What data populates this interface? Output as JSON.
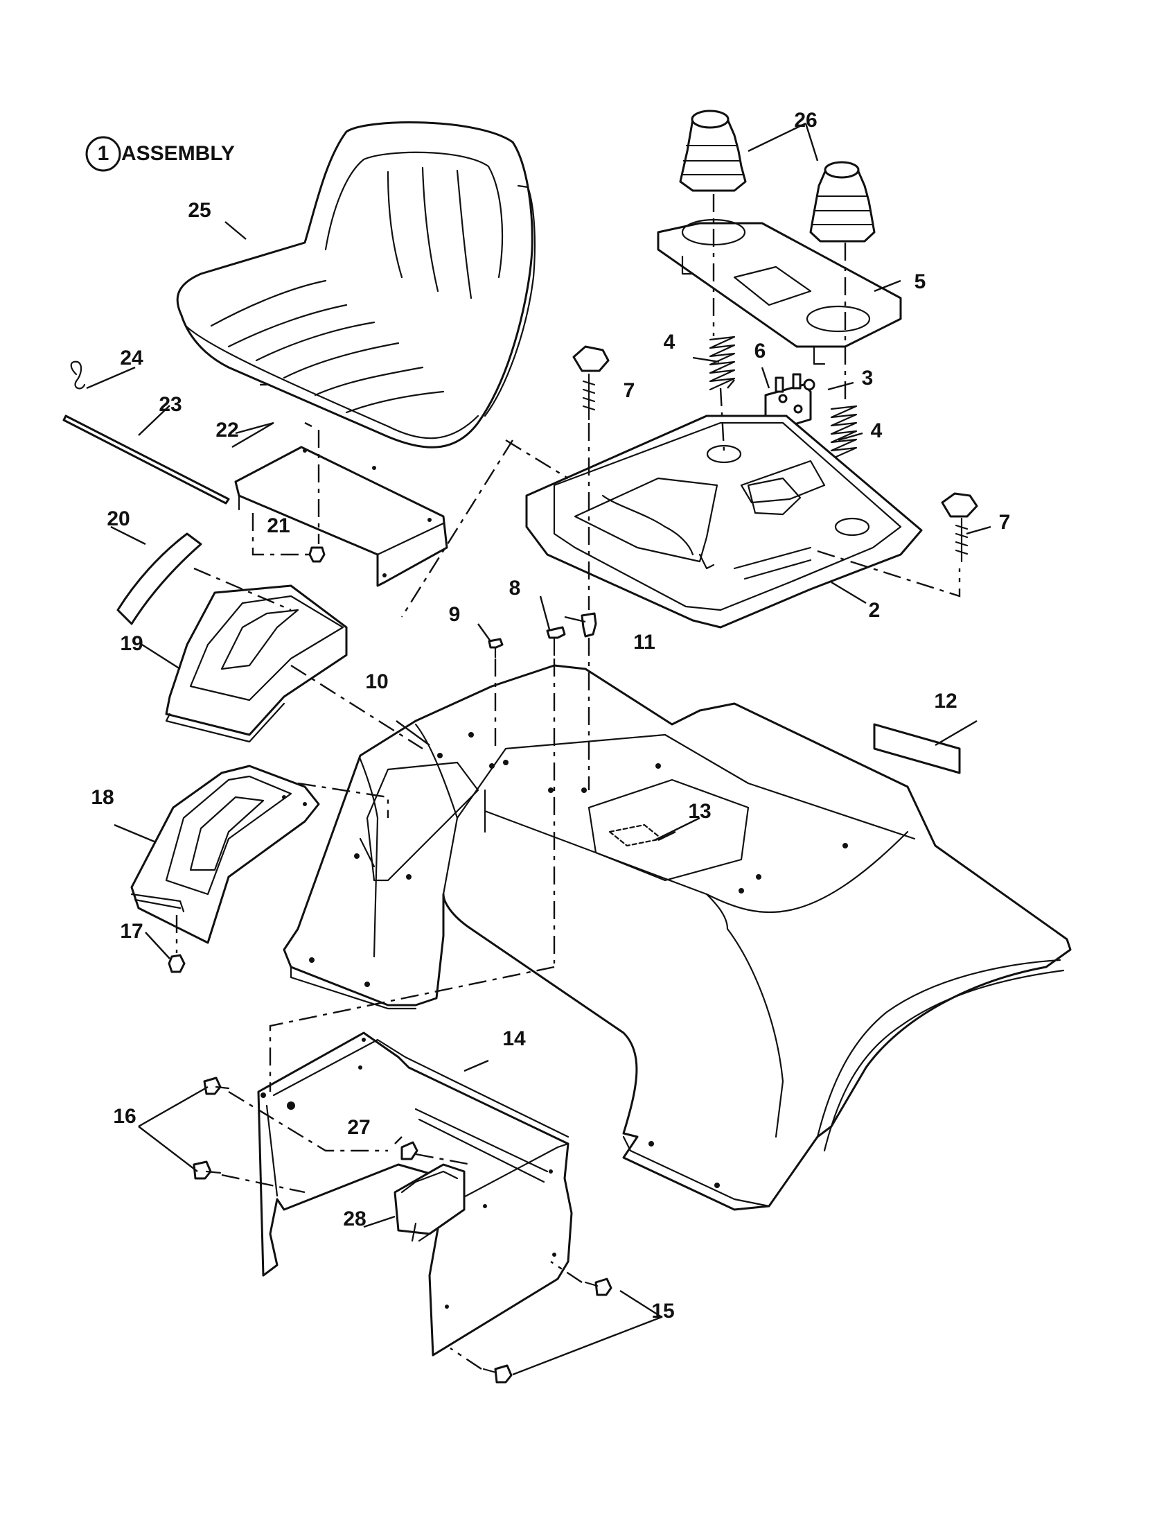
{
  "title": {
    "number": "1",
    "label": "ASSEMBLY"
  },
  "callouts": [
    {
      "id": "c2",
      "text": "2"
    },
    {
      "id": "c3",
      "text": "3"
    },
    {
      "id": "c4a",
      "text": "4"
    },
    {
      "id": "c4b",
      "text": "4"
    },
    {
      "id": "c5",
      "text": "5"
    },
    {
      "id": "c6",
      "text": "6"
    },
    {
      "id": "c7a",
      "text": "7"
    },
    {
      "id": "c7b",
      "text": "7"
    },
    {
      "id": "c8",
      "text": "8"
    },
    {
      "id": "c9",
      "text": "9"
    },
    {
      "id": "c10",
      "text": "10"
    },
    {
      "id": "c11",
      "text": "11"
    },
    {
      "id": "c12",
      "text": "12"
    },
    {
      "id": "c13",
      "text": "13"
    },
    {
      "id": "c14",
      "text": "14"
    },
    {
      "id": "c15",
      "text": "15"
    },
    {
      "id": "c16",
      "text": "16"
    },
    {
      "id": "c17",
      "text": "17"
    },
    {
      "id": "c18",
      "text": "18"
    },
    {
      "id": "c19",
      "text": "19"
    },
    {
      "id": "c20",
      "text": "20"
    },
    {
      "id": "c21",
      "text": "21"
    },
    {
      "id": "c22",
      "text": "22"
    },
    {
      "id": "c23",
      "text": "23"
    },
    {
      "id": "c24",
      "text": "24"
    },
    {
      "id": "c25",
      "text": "25"
    },
    {
      "id": "c26",
      "text": "26"
    },
    {
      "id": "c27",
      "text": "27"
    },
    {
      "id": "c28",
      "text": "28"
    }
  ]
}
